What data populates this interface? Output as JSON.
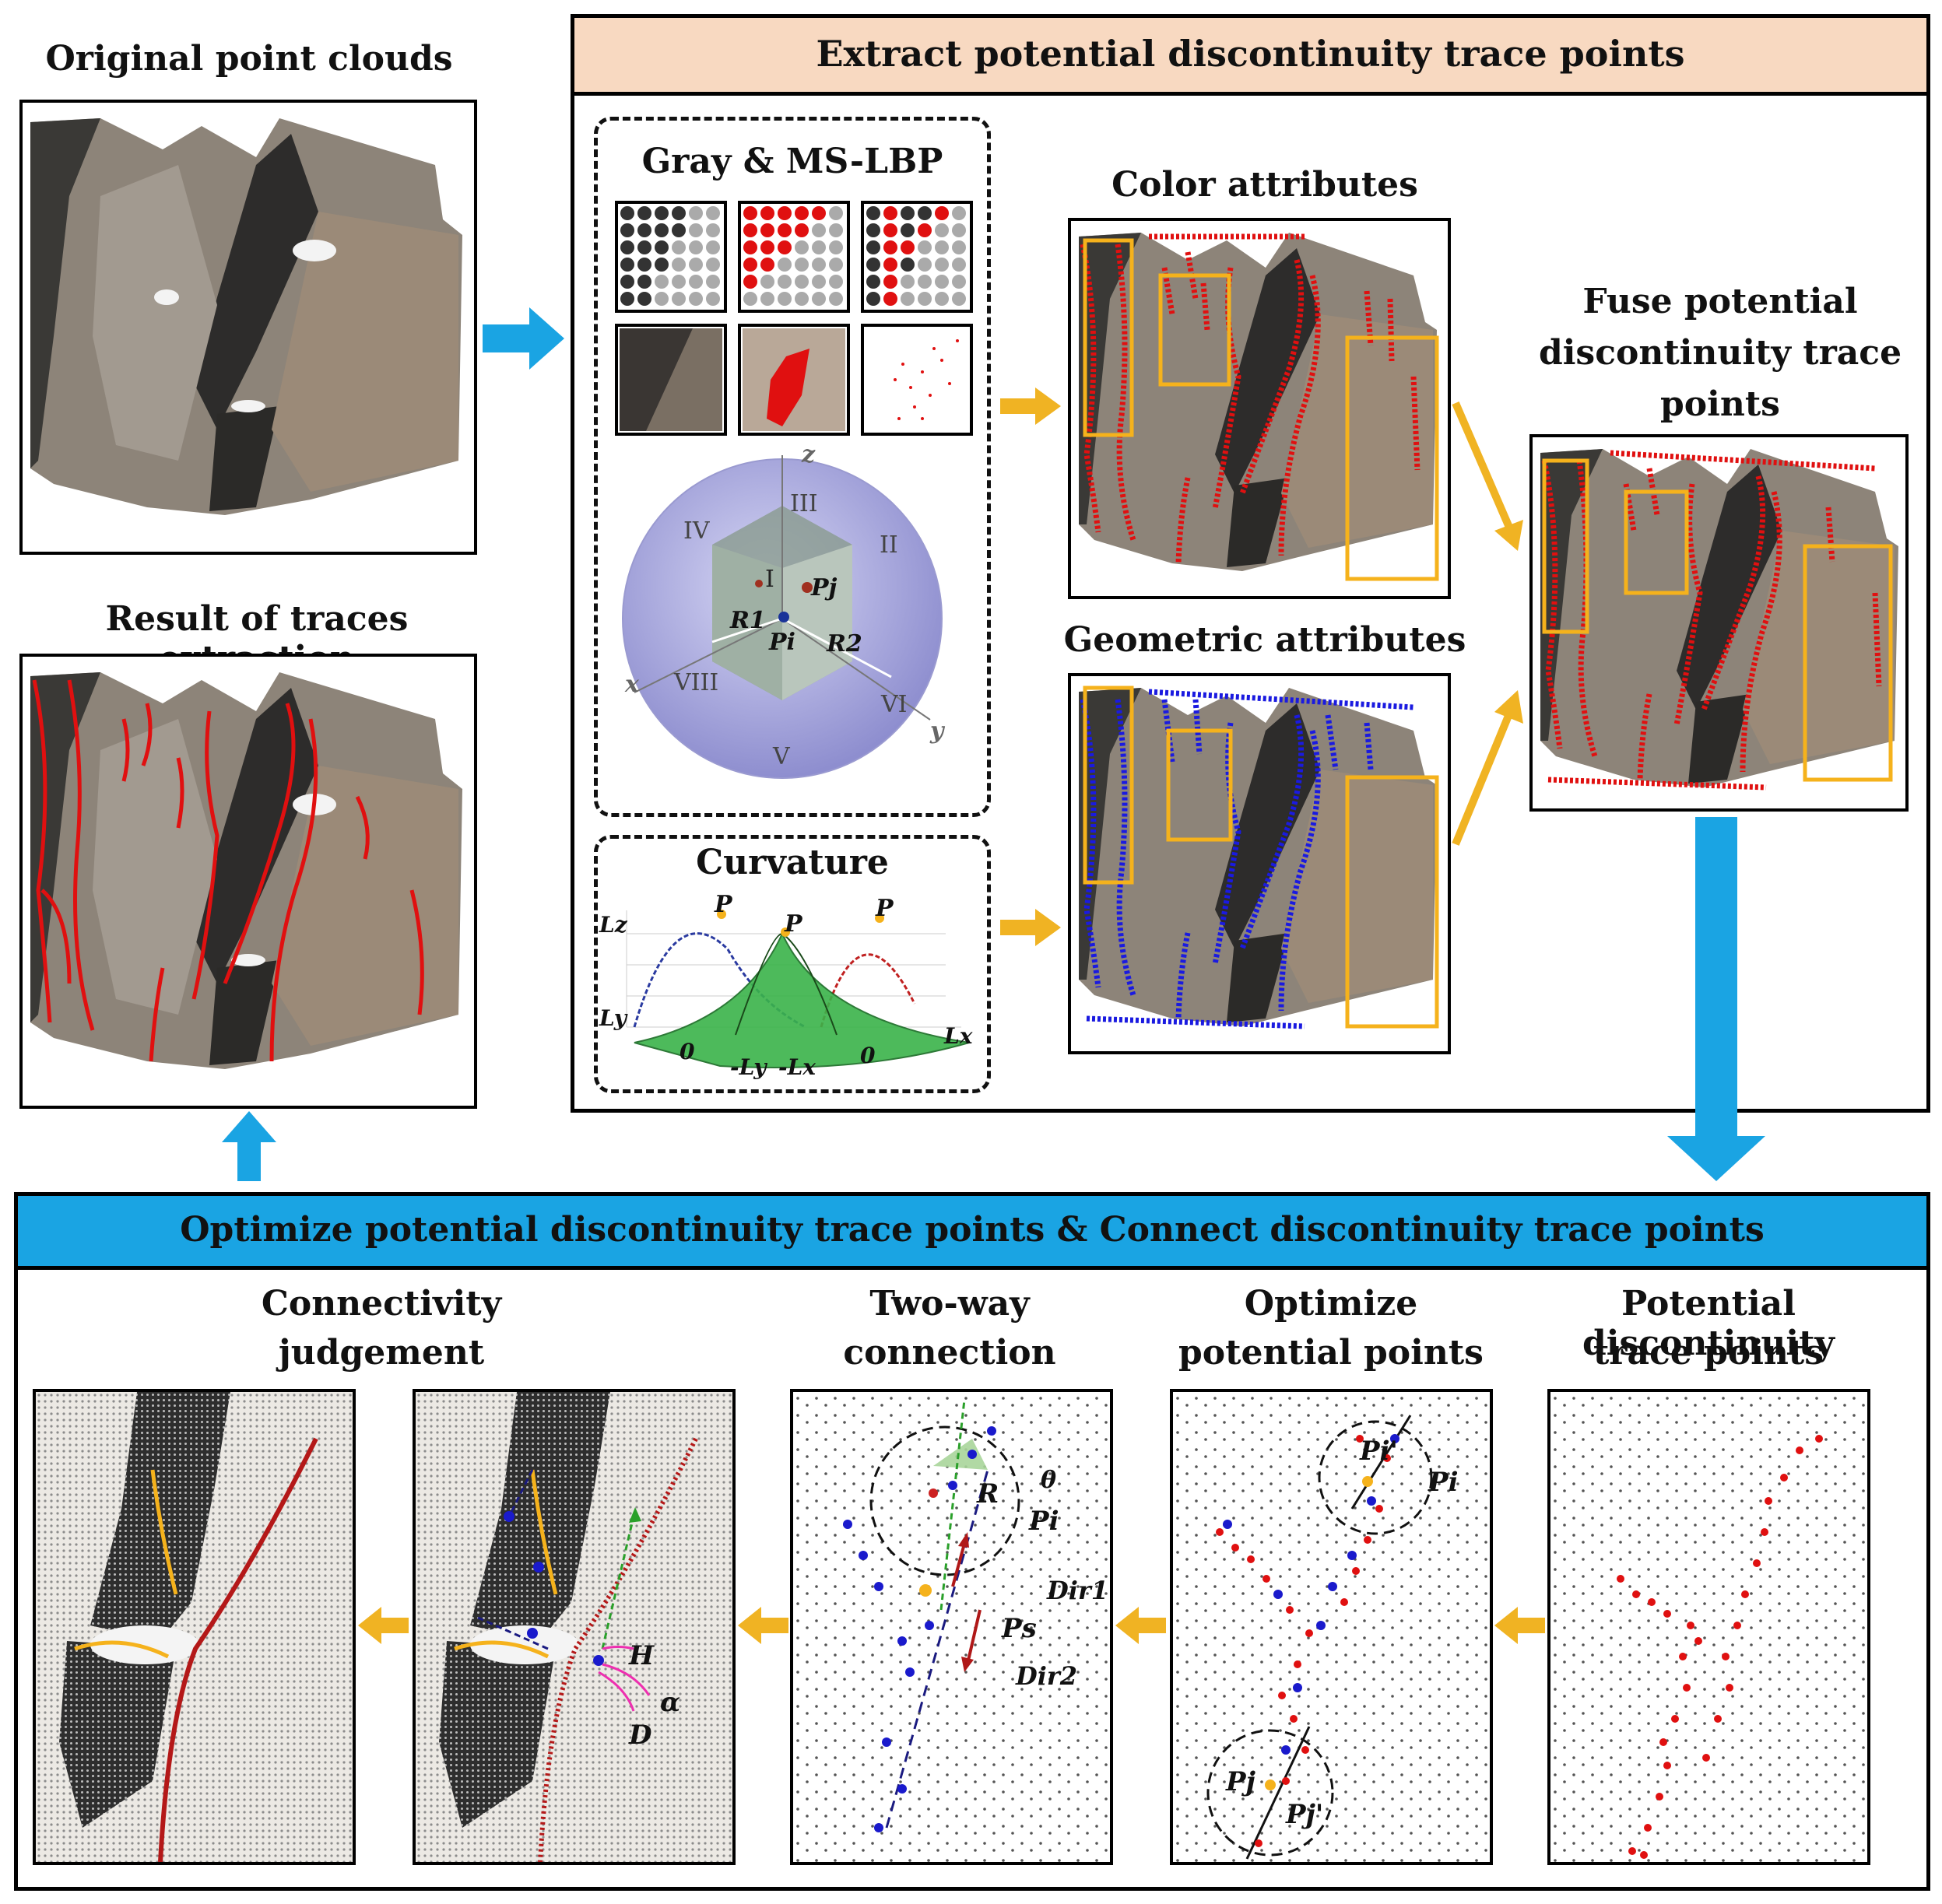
{
  "left": {
    "top_title": "Original point clouds",
    "bottom_title": "Result of traces extraction"
  },
  "extract": {
    "header": "Extract potential discontinuity trace points",
    "gray_title": "Gray & MS-LBP",
    "sphere_labels": {
      "z": "z",
      "x": "x",
      "y": "y",
      "I": "I",
      "II": "II",
      "III": "III",
      "IV": "IV",
      "V": "V",
      "VI": "VI",
      "VIII": "VIII",
      "pi": "Pi",
      "pj": "Pj",
      "r1": "R1",
      "r2": "R2"
    },
    "curvature_title": "Curvature",
    "curv_labels": {
      "lz": "Lz",
      "ly": "Ly",
      "lx": "Lx",
      "p": "P",
      "zero": "0",
      "neg_ly": "-Ly",
      "neg_lx": "-Lx"
    },
    "color_title": "Color attributes",
    "geometric_title": "Geometric attributes",
    "fuse_title_1": "Fuse potential",
    "fuse_title_2": "discontinuity trace",
    "fuse_title_3": "points"
  },
  "optimize": {
    "header": "Optimize potential discontinuity trace points & Connect  discontinuity trace points",
    "connectivity_1": "Connectivity",
    "connectivity_2": "judgement",
    "twoway_1": "Two-way",
    "twoway_2": "connection",
    "optimize_1": "Optimize",
    "optimize_2": "potential points",
    "potential_1": "Potential discontinuity",
    "potential_2": "trace points",
    "panel_labels": {
      "h": "H",
      "alpha": "α",
      "d": "D",
      "r": "R",
      "theta": "θ",
      "pi": "Pi",
      "ps": "Ps",
      "dir1": "Dir1",
      "dir2": "Dir2",
      "pi_prime": "Pi'",
      "pi2": "Pi",
      "pj": "Pj",
      "pj_prime": "Pj'"
    }
  },
  "colors": {
    "header_peach": "#f8d9c1",
    "header_blue": "#1aa4e3",
    "arrow_blue": "#1aa4e3",
    "arrow_orange": "#f0b323",
    "trace_red": "#e01010",
    "trace_blue": "#1a1ae0",
    "highlight_orange": "#f5b21c"
  }
}
